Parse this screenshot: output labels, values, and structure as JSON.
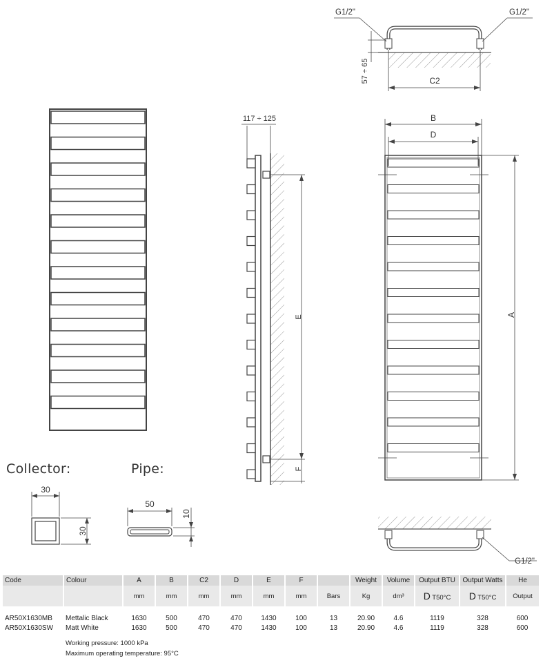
{
  "labels": {
    "collector": "Collector:",
    "pipe": "Pipe:",
    "g_top_left": "G1/2\"",
    "g_top_right": "G1/2\"",
    "g_bottom": "G1/2\"",
    "dim_57_65": "57 ÷ 65",
    "dim_c2": "C2",
    "dim_117_125": "117 ÷ 125",
    "dim_e": "E",
    "dim_f": "F",
    "dim_b": "B",
    "dim_d": "D",
    "dim_a": "A",
    "collector_w": "30",
    "collector_h": "30",
    "pipe_w": "50",
    "pipe_h": "10"
  },
  "table": {
    "headers": [
      "Code",
      "Colour",
      "A",
      "B",
      "C2",
      "D",
      "E",
      "F",
      "",
      "Weight",
      "Volume",
      "Output BTU",
      "Output Watts",
      "He"
    ],
    "units": [
      "",
      "",
      "mm",
      "mm",
      "mm",
      "mm",
      "mm",
      "mm",
      "Bars",
      "Kg",
      "dm³",
      "T50°C",
      "T50°C",
      "Output"
    ],
    "delta": "D",
    "rows": [
      [
        "AR50X1630MB",
        "Mettalic Black",
        "1630",
        "500",
        "470",
        "470",
        "1430",
        "100",
        "13",
        "20.90",
        "4.6",
        "1119",
        "328",
        "600"
      ],
      [
        "AR50X1630SW",
        "Matt White",
        "1630",
        "500",
        "470",
        "470",
        "1430",
        "100",
        "13",
        "20.90",
        "4.6",
        "1119",
        "328",
        "600"
      ]
    ]
  },
  "notes": {
    "pressure": "Working pressure: 1000 kPa",
    "temperature": "Maximum operating temperature: 95°C"
  }
}
